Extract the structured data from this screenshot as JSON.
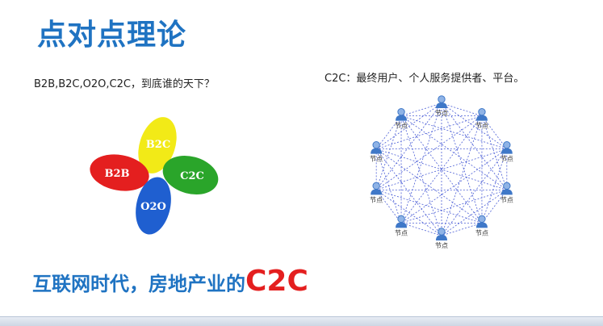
{
  "slide": {
    "title": "点对点理论",
    "question": "B2B,B2C,O2O,C2C，到底谁的天下？",
    "c2c_description": "C2C：最终用户、个人服务提供者、平台。",
    "bottom_text": "互联网时代，房地产业的",
    "bottom_emphasis": "C2C"
  },
  "flower": {
    "petals": [
      {
        "label": "B2C",
        "color": "#f2ea17",
        "text_color": "#ffffff"
      },
      {
        "label": "B2B",
        "color": "#e41f1f",
        "text_color": "#ffffff"
      },
      {
        "label": "C2C",
        "color": "#2aa52a",
        "text_color": "#ffffff"
      },
      {
        "label": "O2O",
        "color": "#1f5fd0",
        "text_color": "#ffffff"
      }
    ]
  },
  "network": {
    "node_label": "节点",
    "node_count": 10,
    "node_color": "#3f78c8",
    "edge_color": "#4c5fd6"
  }
}
